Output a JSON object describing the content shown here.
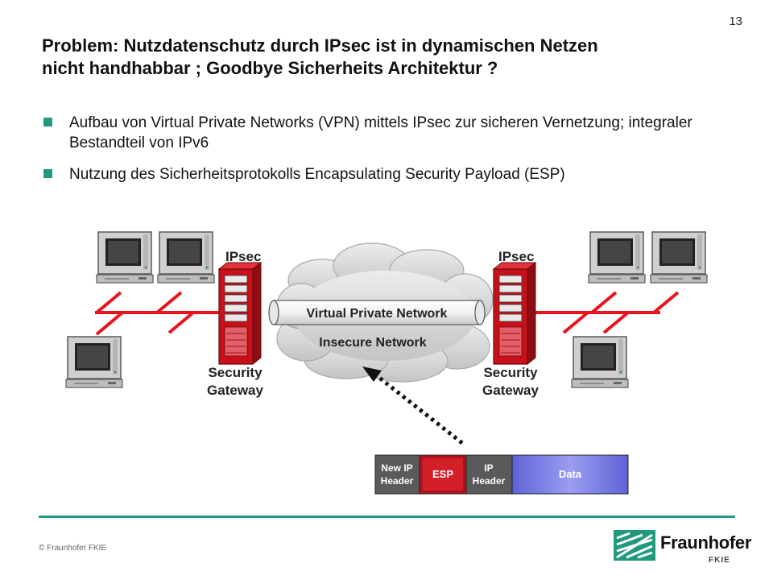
{
  "slide": {
    "page_number": "13",
    "title_line1": "Problem: Nutzdatenschutz durch IPsec ist in dynamischen Netzen",
    "title_line2": "nicht handhabbar ; Goodbye Sicherheits Architektur ?",
    "bullets": [
      "Aufbau von Virtual Private Networks (VPN) mittels IPsec zur sicheren Vernetzung; integraler Bestandteil von IPv6",
      "Nutzung des Sicherheitsprotokolls Encapsulating Security Payload (ESP)"
    ]
  },
  "diagram": {
    "left_gateway": {
      "ipsec_label": "IPsec",
      "label_line1": "Security",
      "label_line2": "Gateway"
    },
    "right_gateway": {
      "ipsec_label": "IPsec",
      "label_line1": "Security",
      "label_line2": "Gateway"
    },
    "tunnel_label": "Virtual Private Network",
    "cloud_label": "Insecure Network",
    "packet": {
      "new_ip_line1": "New IP",
      "new_ip_line2": "Header",
      "esp": "ESP",
      "ip_line1": "IP",
      "ip_line2": "Header",
      "data": "Data"
    }
  },
  "colors": {
    "accent": "#1f9a7c",
    "network_line": "#e8141c",
    "gateway": "#c8101a",
    "esp": "#b0121c",
    "data": "#7b7fe0"
  },
  "footer": {
    "copyright": "© Fraunhofer FKIE",
    "logo_name": "Fraunhofer",
    "logo_sub": "FKIE"
  }
}
